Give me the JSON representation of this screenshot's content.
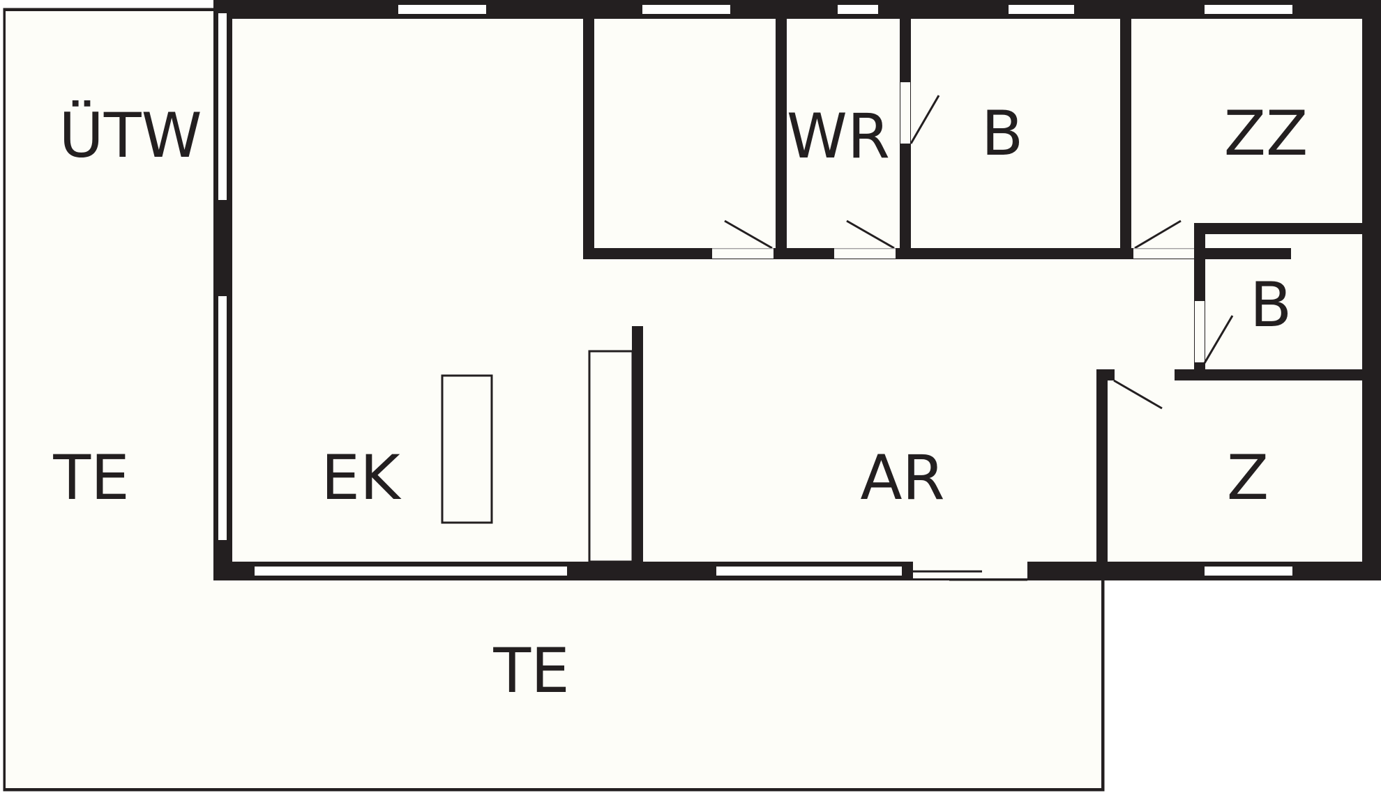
{
  "colors": {
    "wall": "#231f20",
    "floor": "#fdfdf8",
    "background": "#ffffff"
  },
  "rooms": {
    "utw": "ÜTW",
    "te_left": "TE",
    "te_bottom": "TE",
    "ek": "EK",
    "wr": "WR",
    "b_top": "B",
    "zz": "ZZ",
    "b_small": "B",
    "ar": "AR",
    "z": "Z"
  }
}
